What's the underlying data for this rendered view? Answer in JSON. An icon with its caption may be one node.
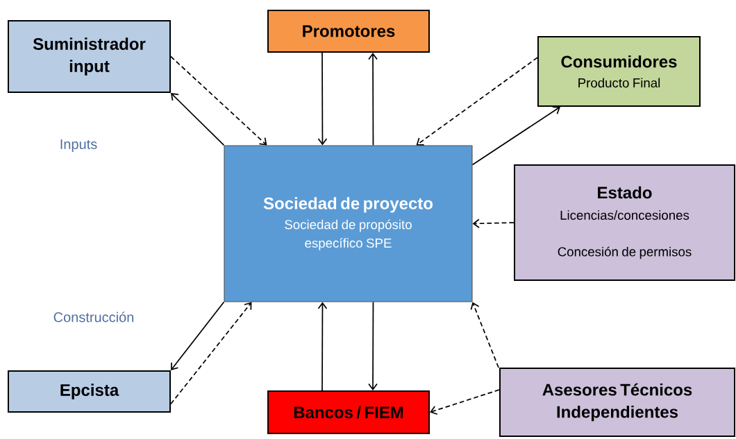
{
  "diagram": {
    "nodes": [
      {
        "text": [
          "Suministrador input"
        ]
      },
      {
        "text": [
          "Promotores"
        ]
      },
      {
        "text": [
          "Consumidores",
          "Producto Final"
        ]
      },
      {
        "text": [
          "Sociedad de proyecto",
          "Sociedad de propósito específico SPE"
        ]
      },
      {
        "text": [
          "Estado",
          "Licencias/concesiones",
          "Concesión de permisos"
        ]
      },
      {
        "text": [
          "Epcista"
        ]
      },
      {
        "text": [
          "Bancos / FIEM"
        ]
      },
      {
        "text": [
          "Asesores Técnicos Independientes"
        ]
      }
    ],
    "edges": [
      {
        "from": 3,
        "to": 0,
        "arrow": "to"
      },
      {
        "from": 0,
        "to": 3,
        "arrow": "to",
        "style": "dashed"
      },
      {
        "from": 1,
        "to": 3,
        "arrow": "to"
      },
      {
        "from": 3,
        "to": 1,
        "arrow": "to"
      },
      {
        "from": 2,
        "to": 3,
        "arrow": "to",
        "style": "dashed"
      },
      {
        "from": 3,
        "to": 2,
        "arrow": "to"
      },
      {
        "from": 4,
        "to": 3,
        "arrow": "to",
        "style": "dashed"
      },
      {
        "from": 3,
        "to": 5,
        "arrow": "to"
      },
      {
        "from": 5,
        "to": 3,
        "arrow": "to",
        "style": "dashed"
      },
      {
        "from": 6,
        "to": 3,
        "arrow": "to"
      },
      {
        "from": 3,
        "to": 6,
        "arrow": "to"
      },
      {
        "from": 7,
        "to": 3,
        "arrow": "to",
        "style": "dashed"
      },
      {
        "from": 7,
        "to": 6,
        "arrow": "to",
        "style": "dashed"
      }
    ],
    "labels": [
      "Inputs",
      "Construcción"
    ]
  }
}
